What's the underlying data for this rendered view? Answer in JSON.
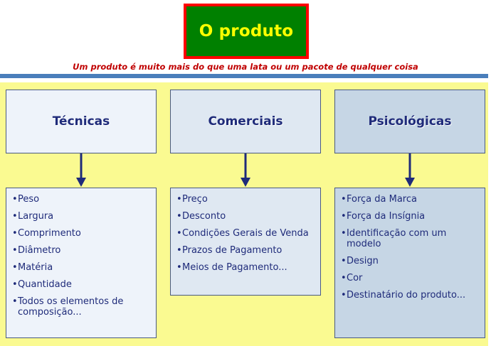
{
  "slide": {
    "title": "O produto",
    "subtitle": "Um produto é muito mais do que uma lata ou um pacote de qualquer  coisa",
    "colors": {
      "title_fill": "#008000",
      "title_border": "#ff0000",
      "title_text": "#ffff00",
      "subtitle_text": "#c00000",
      "divider": "#4a7ebb",
      "panel_background": "#fafa91",
      "box_border": "#4a5a82",
      "box_text": "#1f2b7a"
    },
    "columns": [
      {
        "header": "Técnicas",
        "header_fill": "#eef3fa",
        "items": [
          "Peso",
          "Largura",
          "Comprimento",
          "Diâmetro",
          "Matéria",
          "Quantidade",
          "Todos os elementos de composição..."
        ]
      },
      {
        "header": "Comerciais",
        "header_fill": "#dfe8f2",
        "items": [
          "Preço",
          "Desconto",
          "Condições Gerais de Venda",
          "Prazos de Pagamento",
          "Meios de Pagamento..."
        ]
      },
      {
        "header": "Psicológicas",
        "header_fill": "#c6d6e5",
        "items": [
          "Força da Marca",
          "Força da Insígnia",
          "Identificação com um modelo",
          "Design",
          "Cor",
          "Destinatário do produto..."
        ]
      }
    ],
    "bullet_glyph": "•",
    "arrow_icon": "down-arrow-icon"
  }
}
